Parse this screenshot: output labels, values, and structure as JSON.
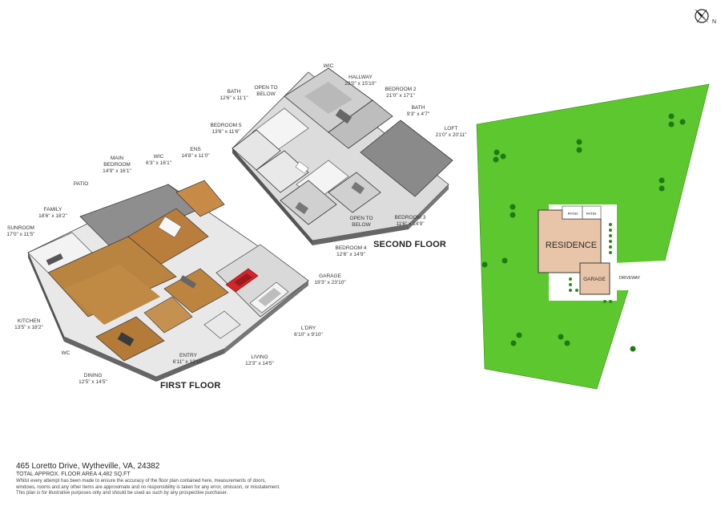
{
  "compass": {
    "letter": "N"
  },
  "second_floor": {
    "title": "SECOND FLOOR",
    "rooms": [
      {
        "name": "WIC",
        "dims": ""
      },
      {
        "name": "HALLWAY",
        "dims": "22'0\" x 15'10\""
      },
      {
        "name": "BEDROOM 2",
        "dims": "21'0\" x 17'1\""
      },
      {
        "name": "BATH",
        "dims": "9'3\" x 4'7\""
      },
      {
        "name": "LOFT",
        "dims": "21'0\" x 20'11\""
      },
      {
        "name": "BATH",
        "dims": "12'6\" x 11'1\""
      },
      {
        "name": "OPEN TO BELOW",
        "dims": ""
      },
      {
        "name": "BEDROOM 5",
        "dims": "13'6\" x 11'6\""
      },
      {
        "name": "ENS",
        "dims": "14'8\" x 11'0\""
      },
      {
        "name": "OPEN TO BELOW",
        "dims": ""
      },
      {
        "name": "BEDROOM 3",
        "dims": "11'6\" x 14'9\""
      },
      {
        "name": "BEDROOM 4",
        "dims": "12'6\" x 14'9\""
      }
    ]
  },
  "first_floor": {
    "title": "FIRST FLOOR",
    "rooms": [
      {
        "name": "WIC",
        "dims": "6'3\" x 16'1\""
      },
      {
        "name": "MAIN BEDROOM",
        "dims": "14'9\" x 16'1\""
      },
      {
        "name": "PATIO",
        "dims": ""
      },
      {
        "name": "FAMILY",
        "dims": "18'6\" x 18'2\""
      },
      {
        "name": "SUNROOM",
        "dims": "17'0\" x 11'5\""
      },
      {
        "name": "GARAGE",
        "dims": "19'3\" x 23'10\""
      },
      {
        "name": "L'DRY",
        "dims": "6'10\" x 9'10\""
      },
      {
        "name": "KITCHEN",
        "dims": "13'5\" x 18'2\""
      },
      {
        "name": "WC",
        "dims": ""
      },
      {
        "name": "ENTRY",
        "dims": "6'11\" x 12'10\""
      },
      {
        "name": "LIVING",
        "dims": "12'3\" x 14'5\""
      },
      {
        "name": "DINING",
        "dims": "12'5\" x 14'5\""
      }
    ]
  },
  "site": {
    "residence": "RESIDENCE",
    "garage": "GARAGE",
    "driveway": "DRIVEWAY",
    "patio_1": "PATIO",
    "patio_2": "PATIO",
    "colors": {
      "lawn": "#5cc72e",
      "residence": "#e8c5a8",
      "outline": "#3a3a3a"
    }
  },
  "footer": {
    "address": "465 Loretto Drive, Wytheville, VA, 24382",
    "area": "TOTAL APPROX. FLOOR AREA 4,482 SQ.FT",
    "disclaimer_1": "Whilst every attempt has been made to ensure the accuracy of the floor plan contained here, measurements of doors,",
    "disclaimer_2": "windows, rooms and any other items are approximate and no responsibility is taken for any error, omission, or misstatement.",
    "disclaimer_3": "This plan is for illustrative purposes only and should be used as such by any prospective purchaser."
  }
}
